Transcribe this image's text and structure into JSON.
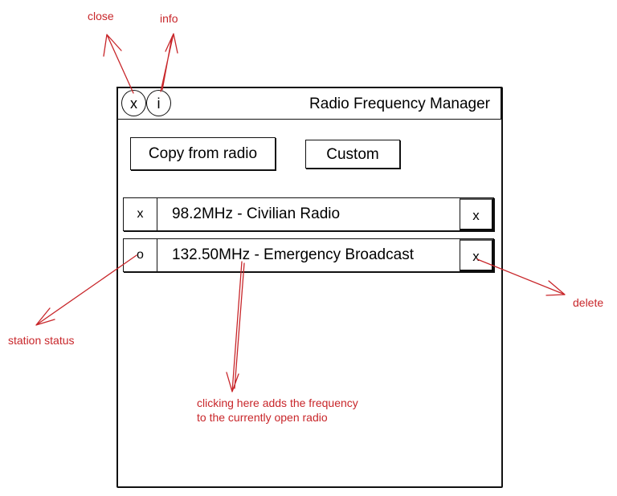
{
  "window": {
    "title": "Radio Frequency Manager",
    "close_label": "x",
    "info_label": "i"
  },
  "toolbar": {
    "copy_label": "Copy from radio",
    "custom_label": "Custom"
  },
  "stations": [
    {
      "status": "x",
      "label": "98.2MHz - Civilian Radio",
      "delete_label": "x"
    },
    {
      "status": "o",
      "label": "132.50MHz - Emergency Broadcast",
      "delete_label": "x"
    }
  ],
  "annotations": {
    "close": "close",
    "info": "info",
    "delete": "delete",
    "station_status": "station status",
    "click_line1": "clicking here adds the frequency",
    "click_line2": "to the currently open radio"
  },
  "colors": {
    "annotation": "#c8262a",
    "ink": "#111111"
  }
}
